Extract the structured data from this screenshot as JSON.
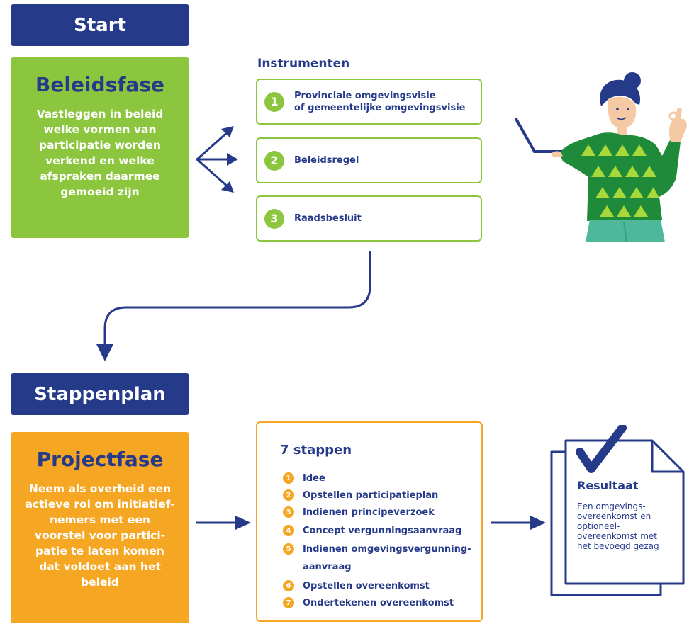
{
  "start": {
    "label": "Start"
  },
  "beleidsfase": {
    "title": "Beleidsfase",
    "text": "Vastleggen in beleid\nwelke vormen van\nparticipatie worden\nverkend en welke\nafspraken daarmee\ngemoeid zijn"
  },
  "instrumenten": {
    "heading": "Instrumenten",
    "items": [
      {
        "number": "1",
        "label": "Provinciale omgevingsvisie\nof gemeentelijke omgevingsvisie"
      },
      {
        "number": "2",
        "label": "Beleidsregel"
      },
      {
        "number": "3",
        "label": "Raadsbesluit"
      }
    ]
  },
  "stappenplan": {
    "label": "Stappenplan"
  },
  "projectfase": {
    "title": "Projectfase",
    "text": "Neem als overheid een\nactieve rol om initiatief-\nnemers met een\nvoorstel voor partici-\npatie te laten komen\ndat voldoet aan het\nbeleid"
  },
  "stappen": {
    "heading": "7 stappen",
    "items": [
      {
        "number": "1",
        "label": "Idee"
      },
      {
        "number": "2",
        "label": "Opstellen participatieplan"
      },
      {
        "number": "3",
        "label": "Indienen principeverzoek"
      },
      {
        "number": "4",
        "label": "Concept vergunningsaanvraag"
      },
      {
        "number": "5",
        "label": "Indienen omgevingsvergunning-"
      },
      {
        "number": "",
        "label": "aanvraag"
      },
      {
        "number": "6",
        "label": "Opstellen overeenkomst"
      },
      {
        "number": "7",
        "label": "Ondertekenen overeenkomst"
      }
    ]
  },
  "resultaat": {
    "title": "Resultaat",
    "line1": "Een omgevings-",
    "line2": "overeenkomst en",
    "line3": "optioneel-",
    "line4": "overeenkomst met",
    "line5": "het bevoegd gezag"
  },
  "colors": {
    "navy": "#263a8a",
    "green": "#8cc63f",
    "orange": "#f5a623"
  }
}
